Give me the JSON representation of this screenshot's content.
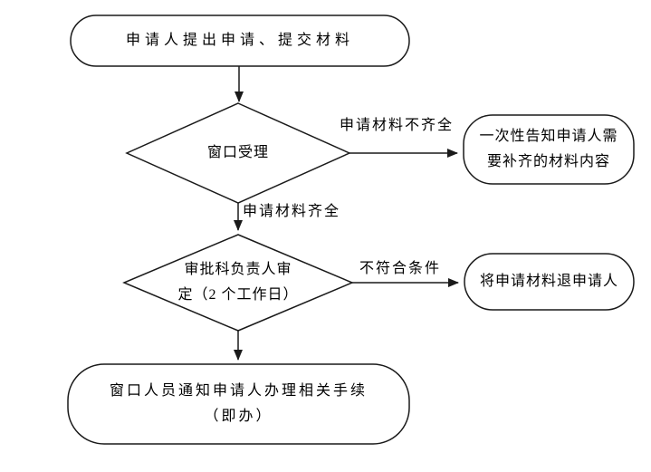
{
  "diagram": {
    "background": "#ffffff",
    "line_color": "#1a1a1a",
    "text_color": "#000000",
    "nodes": {
      "start": {
        "label": "申请人提出申请、提交材料",
        "shape": "terminator"
      },
      "window_review": {
        "label": "窗口受理",
        "shape": "decision"
      },
      "notify_supplement": {
        "label": "一次性告知申请人需\n要补齐的材料内容",
        "shape": "terminator"
      },
      "approval_review": {
        "label": "审批科负责人审\n定（2 个工作日）",
        "shape": "decision"
      },
      "return_materials": {
        "label": "将申请材料退申请人",
        "shape": "terminator"
      },
      "notify_complete": {
        "label": "窗口人员通知申请人办理相关手续\n（即办）",
        "shape": "terminator"
      }
    },
    "edge_labels": {
      "materials_incomplete": "申请材料不齐全",
      "materials_complete": "申请材料齐全",
      "not_qualified": "不符合条件"
    }
  }
}
